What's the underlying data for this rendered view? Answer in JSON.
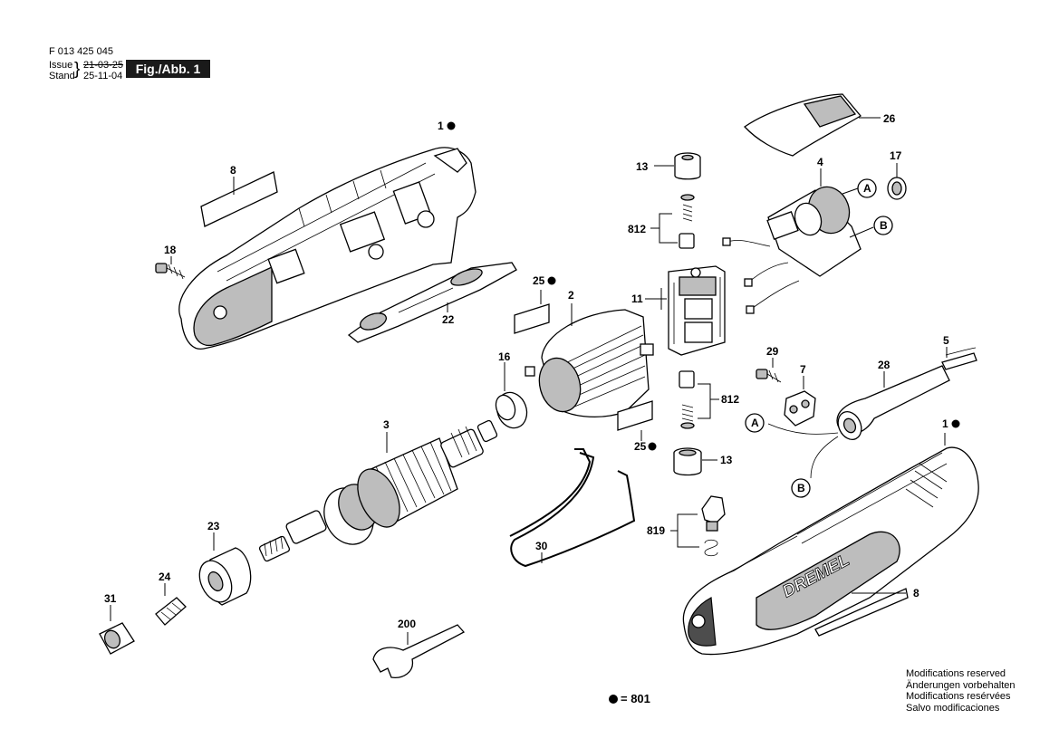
{
  "header": {
    "doc_number": "F 013 425 045",
    "issue_label": "Issue",
    "stand_label": "Stand",
    "issue_date": "21-03-25",
    "stand_date": "25-11-04",
    "figure_label": "Fig./Abb. 1"
  },
  "parts": {
    "p1_top": "1",
    "p1_bottom": "1",
    "p2": "2",
    "p3": "3",
    "p4": "4",
    "p5": "5",
    "p7": "7",
    "p8_top": "8",
    "p8_bottom": "8",
    "p11": "11",
    "p13_top": "13",
    "p13_bottom": "13",
    "p16": "16",
    "p17": "17",
    "p18": "18",
    "p22": "22",
    "p23": "23",
    "p24": "24",
    "p25_top": "25",
    "p25_bottom": "25",
    "p26": "26",
    "p28": "28",
    "p29": "29",
    "p30": "30",
    "p31": "31",
    "p200": "200",
    "p812_top": "812",
    "p812_bottom": "812",
    "p819": "819",
    "callout_a": "A",
    "callout_b": "B"
  },
  "brand_text": "DREMEL",
  "legend": {
    "text": "= 801"
  },
  "notes": [
    "Modifications reserved",
    "Änderungen vorbehalten",
    "Modifications resérvées",
    "Salvo modificaciones"
  ]
}
